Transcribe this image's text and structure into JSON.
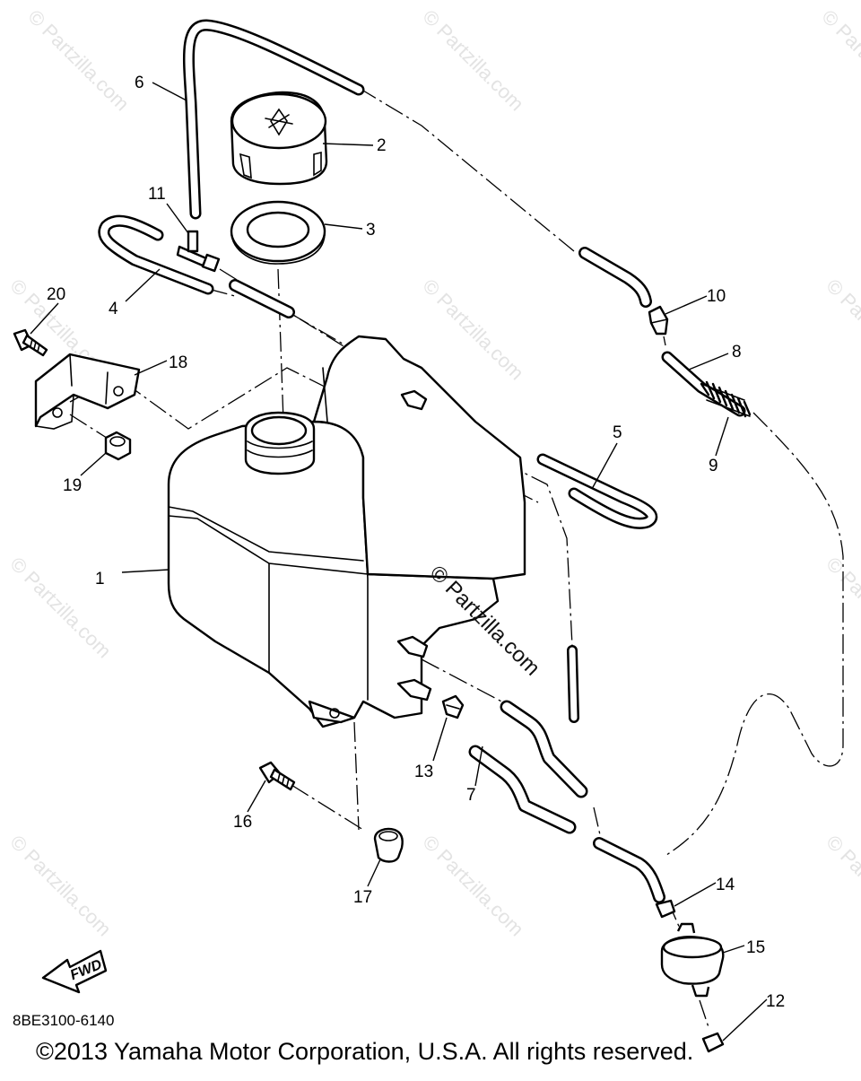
{
  "diagram": {
    "parts": [
      {
        "number": "1",
        "icon": "coolant-tank-icon"
      },
      {
        "number": "2",
        "icon": "tank-cap-icon"
      },
      {
        "number": "3",
        "icon": "cap-gasket-icon"
      },
      {
        "number": "4",
        "icon": "breather-hose-icon"
      },
      {
        "number": "5",
        "icon": "hose-icon"
      },
      {
        "number": "6",
        "icon": "hose-icon"
      },
      {
        "number": "7",
        "icon": "hose-icon"
      },
      {
        "number": "8",
        "icon": "hose-icon"
      },
      {
        "number": "9",
        "icon": "protector-spring-icon"
      },
      {
        "number": "10",
        "icon": "joint-icon"
      },
      {
        "number": "11",
        "icon": "t-joint-icon"
      },
      {
        "number": "12",
        "icon": "clamp-icon"
      },
      {
        "number": "13",
        "icon": "clamp-icon"
      },
      {
        "number": "14",
        "icon": "clamp-icon"
      },
      {
        "number": "15",
        "icon": "check-valve-icon"
      },
      {
        "number": "16",
        "icon": "bolt-icon"
      },
      {
        "number": "17",
        "icon": "grommet-icon"
      },
      {
        "number": "18",
        "icon": "bracket-icon"
      },
      {
        "number": "19",
        "icon": "nut-icon"
      },
      {
        "number": "20",
        "icon": "bolt-icon"
      }
    ],
    "fwd_label": "FWD",
    "drawing_code": "8BE3100-6140",
    "copyright": "©2013 Yamaha Motor Corporation, U.S.A. All rights reserved.",
    "watermark": "© Partzilla.com"
  }
}
